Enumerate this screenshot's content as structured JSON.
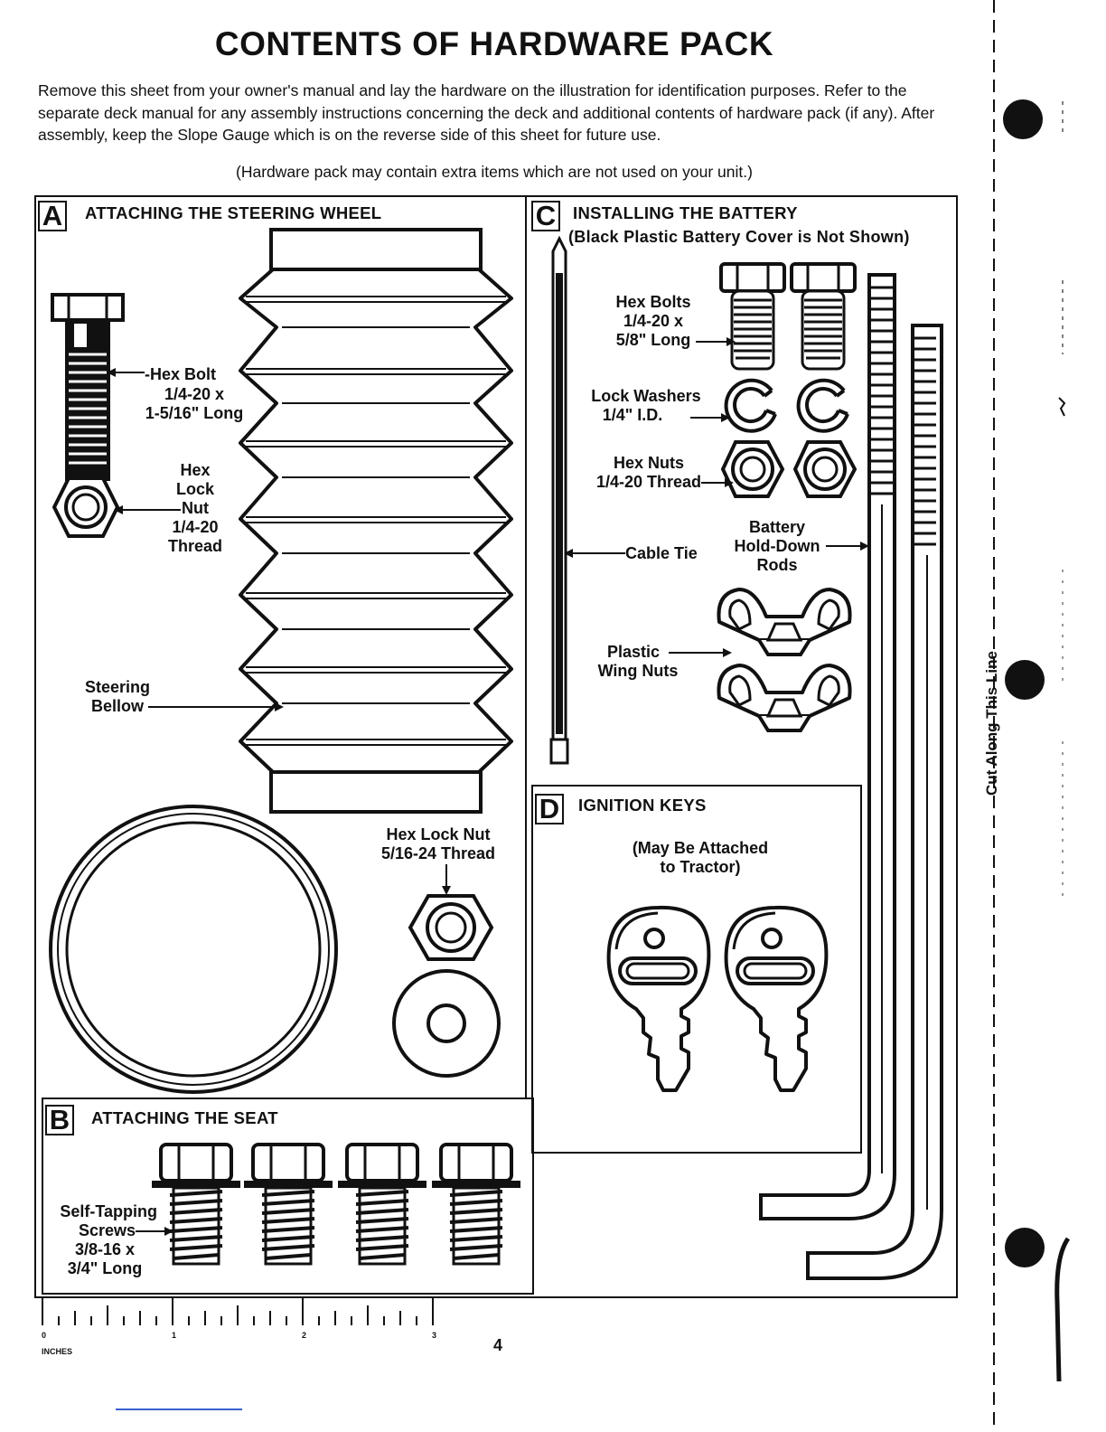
{
  "page": {
    "title": "CONTENTS OF HARDWARE PACK",
    "intro": "Remove this sheet from your owner's manual and lay the hardware on the illustration for identification purposes. Refer to the separate deck manual for any assembly instructions concerning the deck and additional contents of hardware pack (if any). After assembly, keep the Slope Gauge which is on the reverse side of this sheet for future use.",
    "note": "(Hardware pack may contain extra items which are not used on your unit.)",
    "page_number": "4",
    "cut_line_text": "Cut Along This Line"
  },
  "section_a": {
    "letter": "A",
    "title": "ATTACHING THE STEERING WHEEL",
    "hex_bolt": [
      "-Hex Bolt",
      "1/4-20 x",
      "1-5/16\" Long"
    ],
    "hex_lock_nut": [
      "Hex",
      "Lock",
      "Nut",
      "1/4-20",
      "Thread"
    ],
    "steering_bellow": [
      "Steering",
      "Bellow"
    ],
    "hex_lock_nut_large": [
      "Hex Lock Nut",
      "5/16-24 Thread"
    ]
  },
  "section_b": {
    "letter": "B",
    "title": "ATTACHING THE SEAT",
    "screws": [
      "Self-Tapping",
      "Screws",
      "3/8-16 x",
      "3/4\" Long"
    ]
  },
  "section_c": {
    "letter": "C",
    "title": "INSTALLING THE BATTERY",
    "subtitle": "(Black Plastic Battery Cover is Not Shown)",
    "hex_bolts": [
      "Hex Bolts",
      "1/4-20 x",
      "5/8\" Long"
    ],
    "lock_washers": [
      "Lock Washers",
      "1/4\" I.D."
    ],
    "hex_nuts": [
      "Hex Nuts",
      "1/4-20 Thread"
    ],
    "cable_tie": "Cable Tie",
    "hold_down_rods": [
      "Battery",
      "Hold-Down",
      "Rods"
    ],
    "wing_nuts": [
      "Plastic",
      "Wing Nuts"
    ]
  },
  "section_d": {
    "letter": "D",
    "title": "IGNITION KEYS",
    "subtitle": [
      "(May Be Attached",
      "to Tractor)"
    ]
  },
  "ruler": {
    "labels": [
      "0",
      "1",
      "2",
      "3"
    ],
    "unit": "INCHES"
  }
}
